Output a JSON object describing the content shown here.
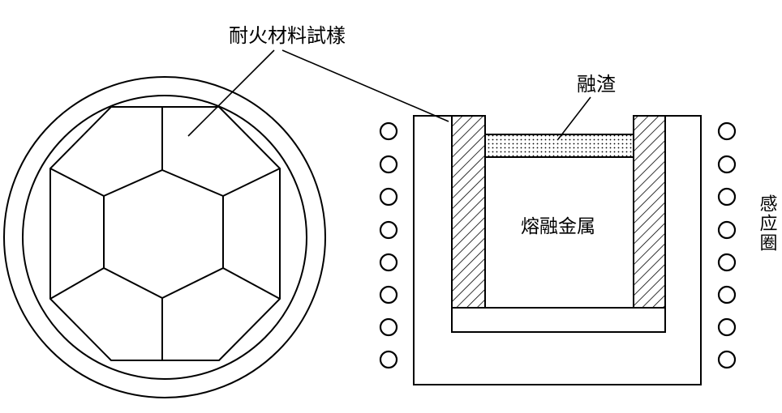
{
  "labels": {
    "refractory_sample": "耐火材料試樣",
    "slag": "融渣",
    "molten_metal": "熔融金属",
    "induction_coil": "感应圈"
  },
  "colors": {
    "line": "#000000",
    "background": "#ffffff"
  }
}
